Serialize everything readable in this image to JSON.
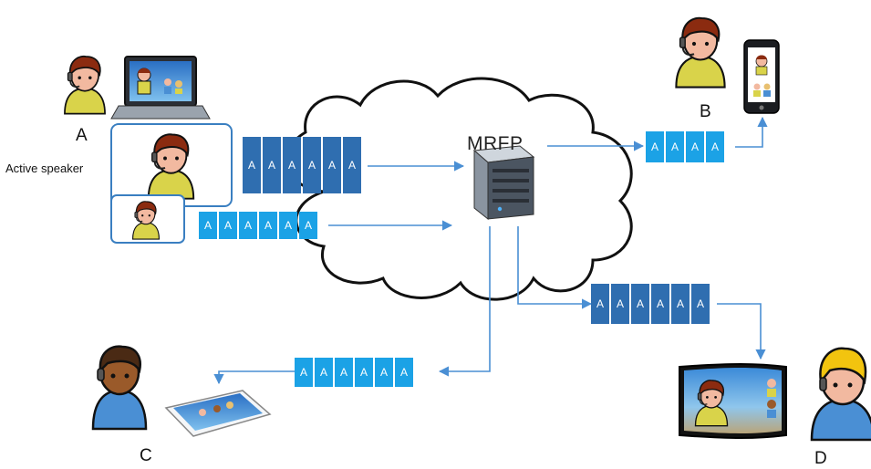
{
  "labels": {
    "participant_a": "A",
    "participant_b": "B",
    "participant_c": "C",
    "participant_d": "D",
    "active_speaker": "Active speaker",
    "mrfp": "MRFP"
  },
  "streams": {
    "a_high": {
      "packet_label": "A",
      "count": 6
    },
    "a_low": {
      "packet_label": "A",
      "count": 6
    },
    "to_b": {
      "packet_label": "A",
      "count": 4
    },
    "to_c": {
      "packet_label": "A",
      "count": 6
    },
    "to_d": {
      "packet_label": "A",
      "count": 6
    }
  },
  "colors": {
    "high_quality_stream": "#2f6eb0",
    "low_quality_stream": "#1ba2e6",
    "arrow": "#4a8fd4",
    "frame": "#3a7fc1"
  },
  "icons": {
    "cloud": "cloud-icon",
    "server": "server-icon",
    "laptop": "laptop-icon",
    "phone": "smartphone-icon",
    "tablet": "tablet-icon",
    "tv": "tv-icon",
    "user": "headset-user-icon"
  }
}
